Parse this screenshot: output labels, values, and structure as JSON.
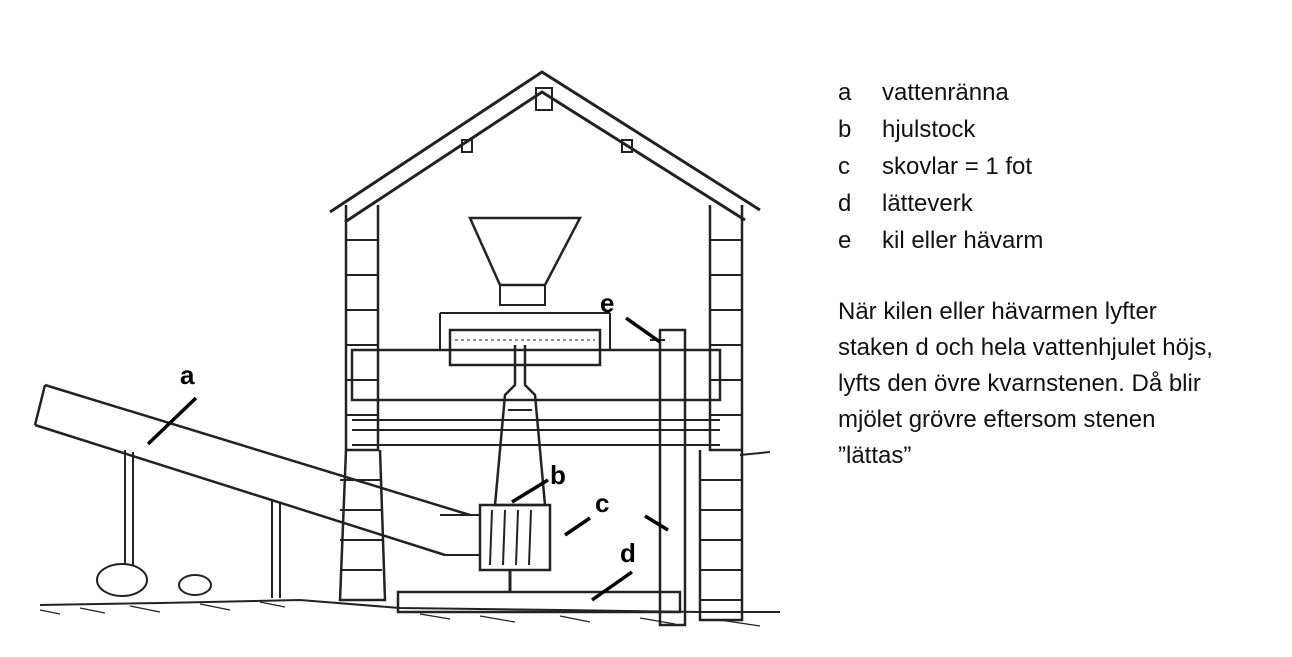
{
  "callouts": [
    "a",
    "b",
    "c",
    "d",
    "e"
  ],
  "legend": [
    {
      "key": "a",
      "text": "vattenränna"
    },
    {
      "key": "b",
      "text": "hjulstock"
    },
    {
      "key": "c",
      "text": "skovlar = 1 fot"
    },
    {
      "key": "d",
      "text": "lätteverk"
    },
    {
      "key": "e",
      "text": "kil eller hävarm"
    }
  ],
  "description": [
    "När kilen eller hävarmen lyfter",
    "staken d och hela vattenhjulet höjs,",
    "lyfts den övre kvarnstenen. Då blir",
    "mjölet grövre eftersom stenen",
    "”lättas”"
  ]
}
